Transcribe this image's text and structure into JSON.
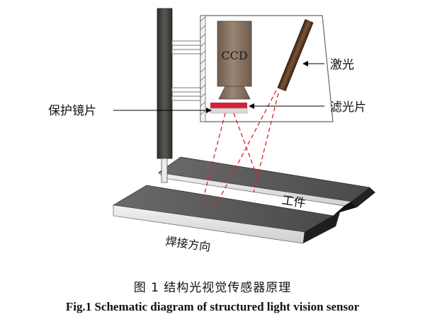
{
  "diagram": {
    "labels": {
      "ccd": "CCD",
      "laser": "激光",
      "filter": "滤光片",
      "protective_lens": "保护镜片",
      "workpiece": "工件",
      "welding_direction": "焊接方向"
    }
  },
  "caption": {
    "cn": "图 1    结构光视觉传感器原理",
    "en": "Fig.1    Schematic diagram of structured light vision sensor"
  },
  "colors": {
    "ccd_body": "#8a7563",
    "laser_body": "#5a3a24",
    "filter_red": "#d3233a",
    "beam": "#d8232a",
    "column": "#4a4845",
    "plate_top": "#5e5e5e",
    "plate_edge": "#1a1a1a"
  }
}
